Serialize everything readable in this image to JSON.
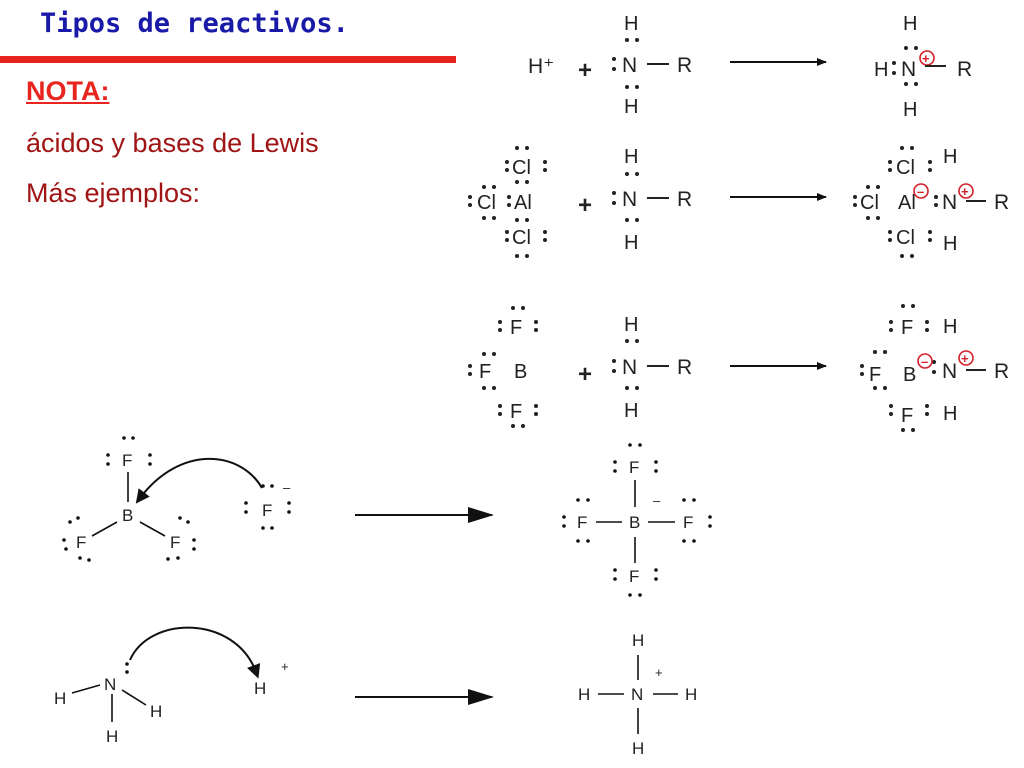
{
  "slide": {
    "title": "Tipos de reactivos.",
    "nota": "NOTA:",
    "line1": "ácidos y bases de Lewis",
    "line2": "Más ejemplos:"
  },
  "symbols": {
    "H": "H",
    "N": "N",
    "R": "R",
    "Cl": "Cl",
    "Al": "Al",
    "F": "F",
    "B": "B",
    "Hplus": "H⁺",
    "plus": "+",
    "charge_plus": "+",
    "charge_minus": "–"
  },
  "colors": {
    "title": "#1a1aa8",
    "accent_red": "#e8241e",
    "text_dark_red": "#a01414"
  }
}
